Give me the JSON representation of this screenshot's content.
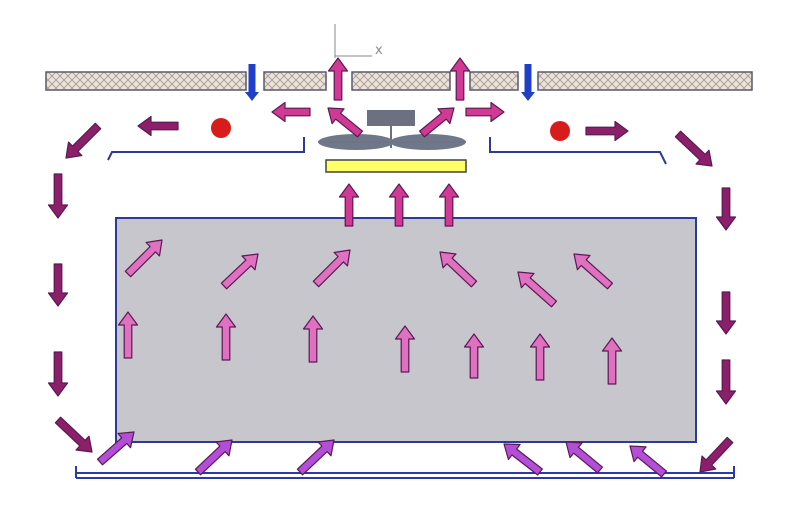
{
  "diagram": {
    "colors": {
      "background": "#ffffff",
      "ceiling_fill": "#ece4dc",
      "ceiling_hatch": "#a89a90",
      "ceiling_outline": "#5a5a6a",
      "inlet_marker": "#1f3fc8",
      "room_fill": "#c6c6cc",
      "room_outline": "#2c3a9a",
      "duct_line": "#2c3a9a",
      "floor_line": "#2a3aa8",
      "heater_fill": "#ffff66",
      "heater_outline": "#444444",
      "fan_blade": "#6f7888",
      "fan_motor": "#6d7080",
      "axis_line": "#8a8a8a",
      "circulation_arrow": "#8b1f6a",
      "exhaust_arrow": "#d03a95",
      "room_arrow": "#e070c0",
      "floor_arrow": "#b24fd6",
      "arrow_outline": "#5a1a55",
      "red_dot": "#d81c1c"
    },
    "axis_glyph": "x",
    "elements": {
      "ceiling": "ceiling-panel",
      "room": "room-zone",
      "fan": "fan-icon",
      "heater": "heater-bar",
      "floor": "floor-line"
    }
  }
}
